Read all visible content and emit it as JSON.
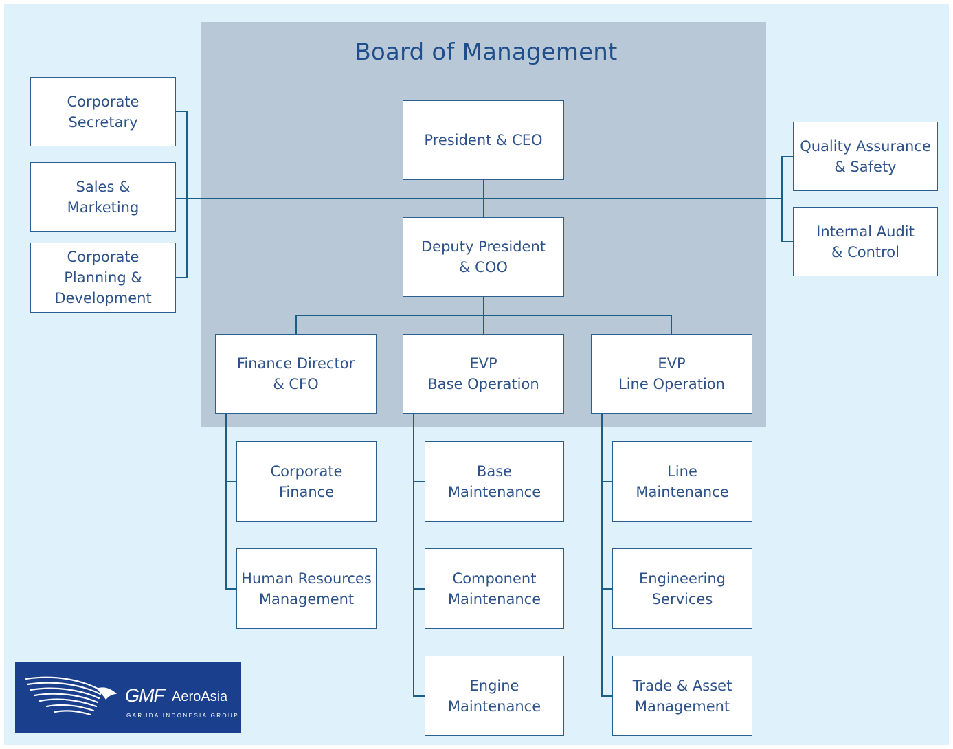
{
  "board": {
    "title": "Board of Management"
  },
  "boxes": {
    "corporate_secretary": "Corporate\nSecretary",
    "sales_marketing": "Sales &\nMarketing",
    "corporate_planning": "Corporate\nPlanning &\nDevelopment",
    "president": "President & CEO",
    "deputy_president": "Deputy President\n& COO",
    "quality_assurance": "Quality Assurance\n& Safety",
    "internal_audit": "Internal Audit\n& Control",
    "finance_director": "Finance Director\n& CFO",
    "evp_base": "EVP\nBase Operation",
    "evp_line": "EVP\nLine Operation",
    "corporate_finance": "Corporate\nFinance",
    "human_resources": "Human Resources\nManagement",
    "base_maintenance": "Base\nMaintenance",
    "component_maintenance": "Component\nMaintenance",
    "engine_maintenance": "Engine\nMaintenance",
    "line_maintenance": "Line\nMaintenance",
    "engineering_services": "Engineering\nServices",
    "trade_asset": "Trade & Asset\nManagement"
  },
  "logo": {
    "brand": "GMF",
    "name": "AeroAsia",
    "tagline": "GARUDA INDONESIA GROUP"
  },
  "colors": {
    "background": "#dff1fb",
    "board": "#b8c8d6",
    "line": "#1b5e86",
    "text": "#2d5289",
    "logo_bg": "#1a3f8c"
  }
}
